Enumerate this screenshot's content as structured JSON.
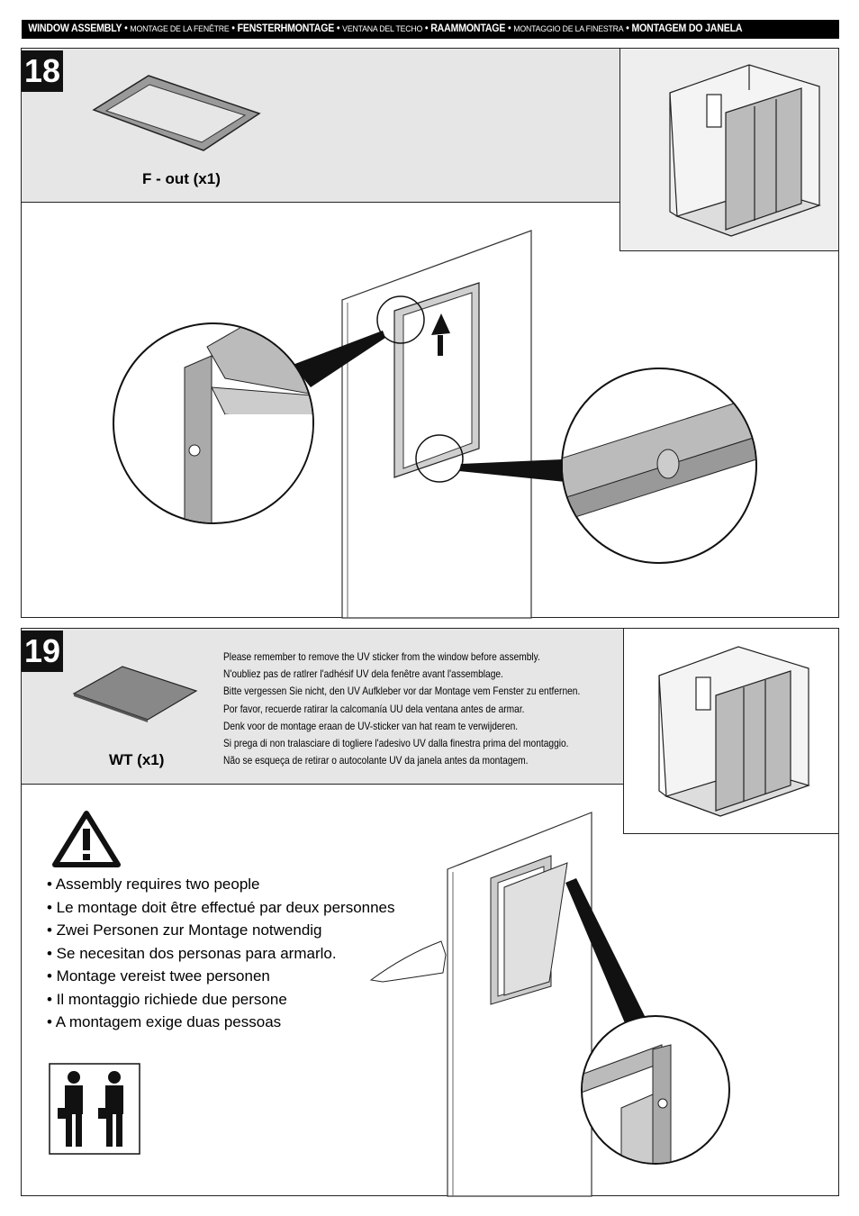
{
  "header": {
    "segments": [
      {
        "text": "WINDOW ASSEMBLY",
        "bold": true
      },
      {
        "text": "MONTAGE DE LA FENÊTRE",
        "bold": false
      },
      {
        "text": "FENSTERHMONTAGE",
        "bold": true
      },
      {
        "text": "VENTANA DEL TECHO",
        "bold": false
      },
      {
        "text": "RAAMMONTAGE",
        "bold": true
      },
      {
        "text": "MONTAGGIO DE LA FINESTRA",
        "bold": false
      },
      {
        "text": "MONTAGEM DO JANELA",
        "bold": true
      }
    ],
    "separator": "•"
  },
  "step18": {
    "number": "18",
    "part_label": "F - out (x1)"
  },
  "step19": {
    "number": "19",
    "part_label": "WT (x1)",
    "uv_notes": [
      "Please remember to remove the UV sticker from the window before assembly.",
      "N'oubliez pas de ratlrer l'adhésif UV dela fenêtre avant l'assemblage.",
      "Bitte vergessen Sie nicht, den UV Aufkleber vor dar Montage vem Fenster zu entfernen.",
      "Por favor, recuerde ratirar la calcomanía UU dela ventana antes de armar.",
      "Denk voor de montage eraan de UV-sticker van hat ream te verwijderen.",
      "Si prega di non tralasciare di togliere l'adesivo UV dalla finestra prima del montaggio.",
      "Não se esqueça de retirar o autocolante UV da janela antes da montagem."
    ],
    "warnings": [
      "• Assembly requires two people",
      "• Le montage doit être effectué par deux personnes",
      "• Zwei Personen zur Montage notwendig",
      "• Se necesitan dos personas para armarlo.",
      "• Montage vereist twee personen",
      "• Il montaggio richiede due persone",
      "• A montagem exige duas pessoas"
    ]
  },
  "icons": [
    "warning-triangle-icon",
    "two-people-icon",
    "arrow-up-icon"
  ]
}
